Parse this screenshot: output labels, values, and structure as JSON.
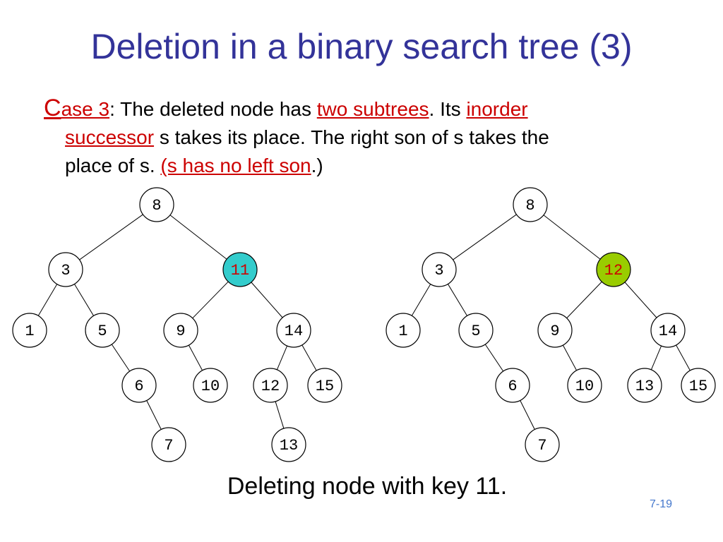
{
  "slide": {
    "title": "Deletion in a binary search tree (3)",
    "bullet": {
      "case_letter": "C",
      "case_rest": "ase 3",
      "t1": ": The deleted node has ",
      "two_subtrees": "two subtrees",
      "t2": ". Its ",
      "inorder": "inorder",
      "successor": "successor",
      "t3": " s takes its place. The right son of s takes the",
      "t4": "place of s. ",
      "s_no_left": "(s has no left son",
      "t5": ".)"
    },
    "caption": "Deleting node with key 11.",
    "page_number": "7-19"
  },
  "colors": {
    "title": "#333399",
    "highlight_red": "#cc0000",
    "deleted_fill": "#33cccc",
    "successor_fill": "#99cc00"
  },
  "trees": [
    {
      "name": "before",
      "highlight": "11",
      "highlight_color": "#33cccc",
      "nodes": [
        "8",
        "3",
        "11",
        "1",
        "5",
        "9",
        "14",
        "6",
        "10",
        "12",
        "15",
        "7",
        "13"
      ],
      "edges": [
        [
          "8",
          "3"
        ],
        [
          "8",
          "11"
        ],
        [
          "3",
          "1"
        ],
        [
          "3",
          "5"
        ],
        [
          "11",
          "9"
        ],
        [
          "11",
          "14"
        ],
        [
          "5",
          "6"
        ],
        [
          "9",
          "10"
        ],
        [
          "14",
          "12"
        ],
        [
          "14",
          "15"
        ],
        [
          "6",
          "7"
        ],
        [
          "12",
          "13"
        ]
      ]
    },
    {
      "name": "after",
      "highlight": "12",
      "highlight_color": "#99cc00",
      "nodes": [
        "8",
        "3",
        "12",
        "1",
        "5",
        "9",
        "14",
        "6",
        "10",
        "13",
        "15",
        "7"
      ],
      "edges": [
        [
          "8",
          "3"
        ],
        [
          "8",
          "12"
        ],
        [
          "3",
          "1"
        ],
        [
          "3",
          "5"
        ],
        [
          "12",
          "9"
        ],
        [
          "12",
          "14"
        ],
        [
          "5",
          "6"
        ],
        [
          "9",
          "10"
        ],
        [
          "14",
          "13"
        ],
        [
          "14",
          "15"
        ],
        [
          "6",
          "7"
        ]
      ]
    }
  ]
}
